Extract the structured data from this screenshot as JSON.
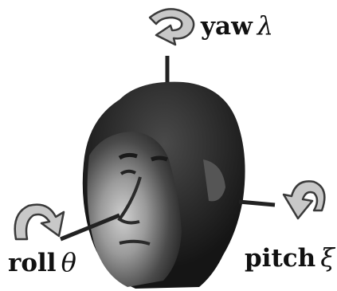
{
  "axes": [
    {
      "name": "yaw",
      "word": "yaw",
      "symbol": "λ"
    },
    {
      "name": "roll",
      "word": "roll",
      "symbol": "θ"
    },
    {
      "name": "pitch",
      "word": "pitch",
      "symbol": "ξ"
    }
  ],
  "colors": {
    "axis_line": "#222222",
    "arrow_fill": "#c8c8c8",
    "arrow_stroke": "#3a3a3a",
    "label_text": "#111111",
    "background": "#ffffff"
  },
  "icons": [
    "head-render-icon",
    "yaw-rotation-arrow-icon",
    "roll-rotation-arrow-icon",
    "pitch-rotation-arrow-icon"
  ]
}
